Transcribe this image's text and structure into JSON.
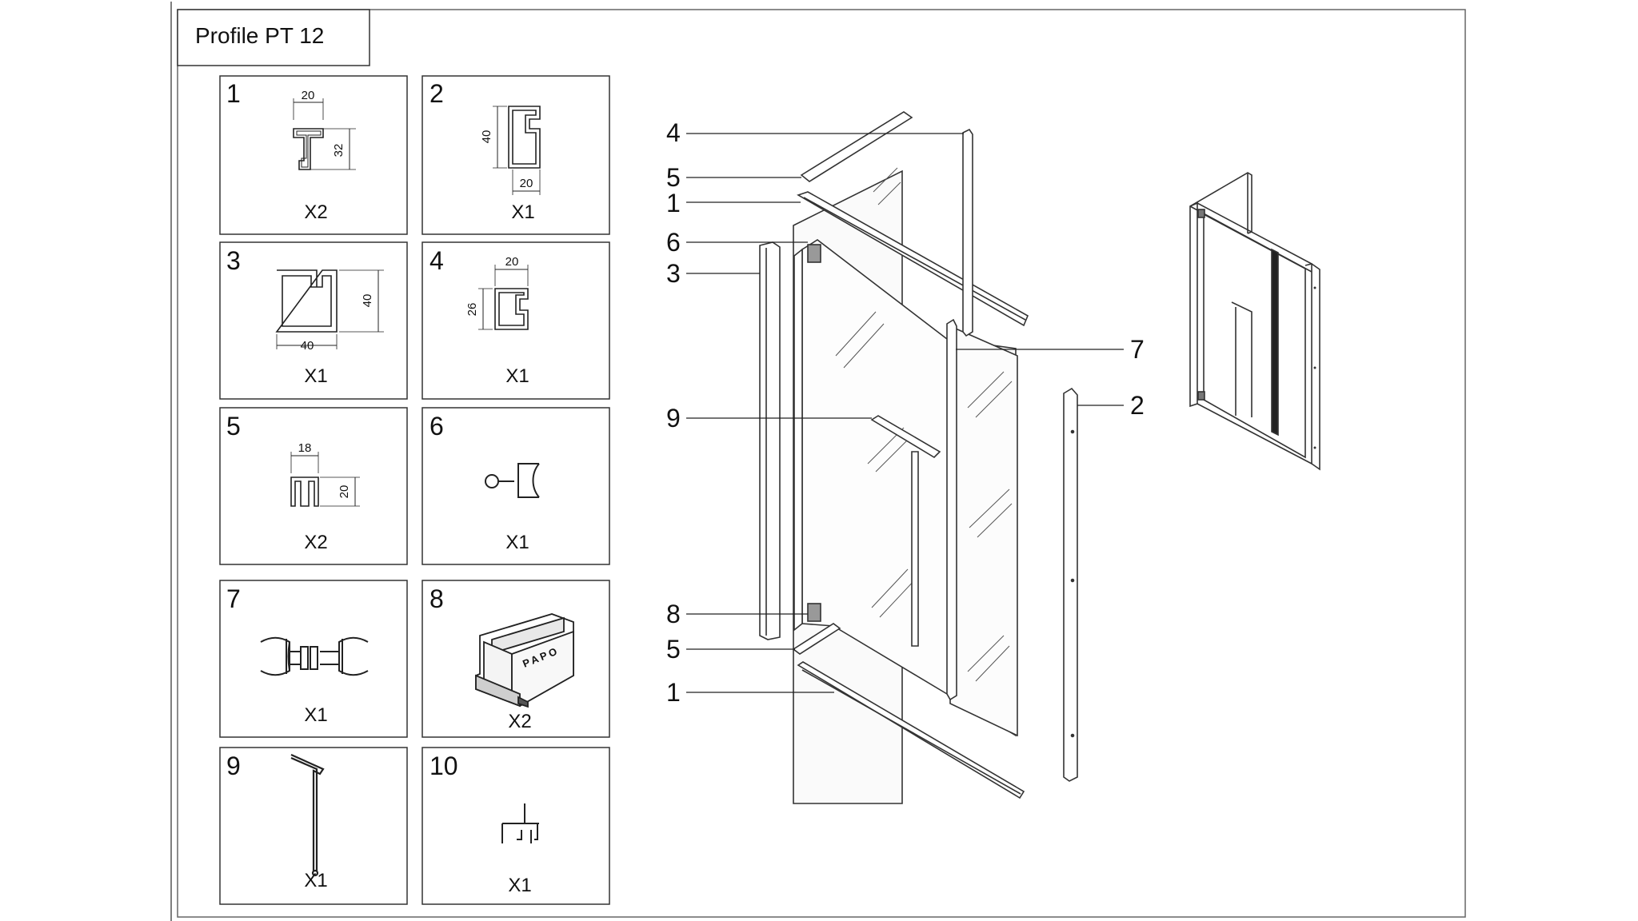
{
  "title": "Profile PT 12",
  "parts": [
    {
      "num": "1",
      "qty": "X2",
      "dims": [
        "20",
        "32"
      ]
    },
    {
      "num": "2",
      "qty": "X1",
      "dims": [
        "40",
        "20"
      ]
    },
    {
      "num": "3",
      "qty": "X1",
      "dims": [
        "40",
        "40"
      ]
    },
    {
      "num": "4",
      "qty": "X1",
      "dims": [
        "20",
        "26"
      ]
    },
    {
      "num": "5",
      "qty": "X2",
      "dims": [
        "18",
        "20"
      ]
    },
    {
      "num": "6",
      "qty": "X1",
      "dims": []
    },
    {
      "num": "7",
      "qty": "X1",
      "dims": []
    },
    {
      "num": "8",
      "qty": "X2",
      "dims": [],
      "logo_text": "PAPO"
    },
    {
      "num": "9",
      "qty": "X1",
      "dims": []
    },
    {
      "num": "10",
      "qty": "X1",
      "dims": []
    }
  ],
  "callouts": [
    {
      "label": "4"
    },
    {
      "label": "5"
    },
    {
      "label": "1"
    },
    {
      "label": "6"
    },
    {
      "label": "3"
    },
    {
      "label": "9"
    },
    {
      "label": "8"
    },
    {
      "label": "5"
    },
    {
      "label": "1"
    },
    {
      "label": "7"
    },
    {
      "label": "2"
    }
  ]
}
